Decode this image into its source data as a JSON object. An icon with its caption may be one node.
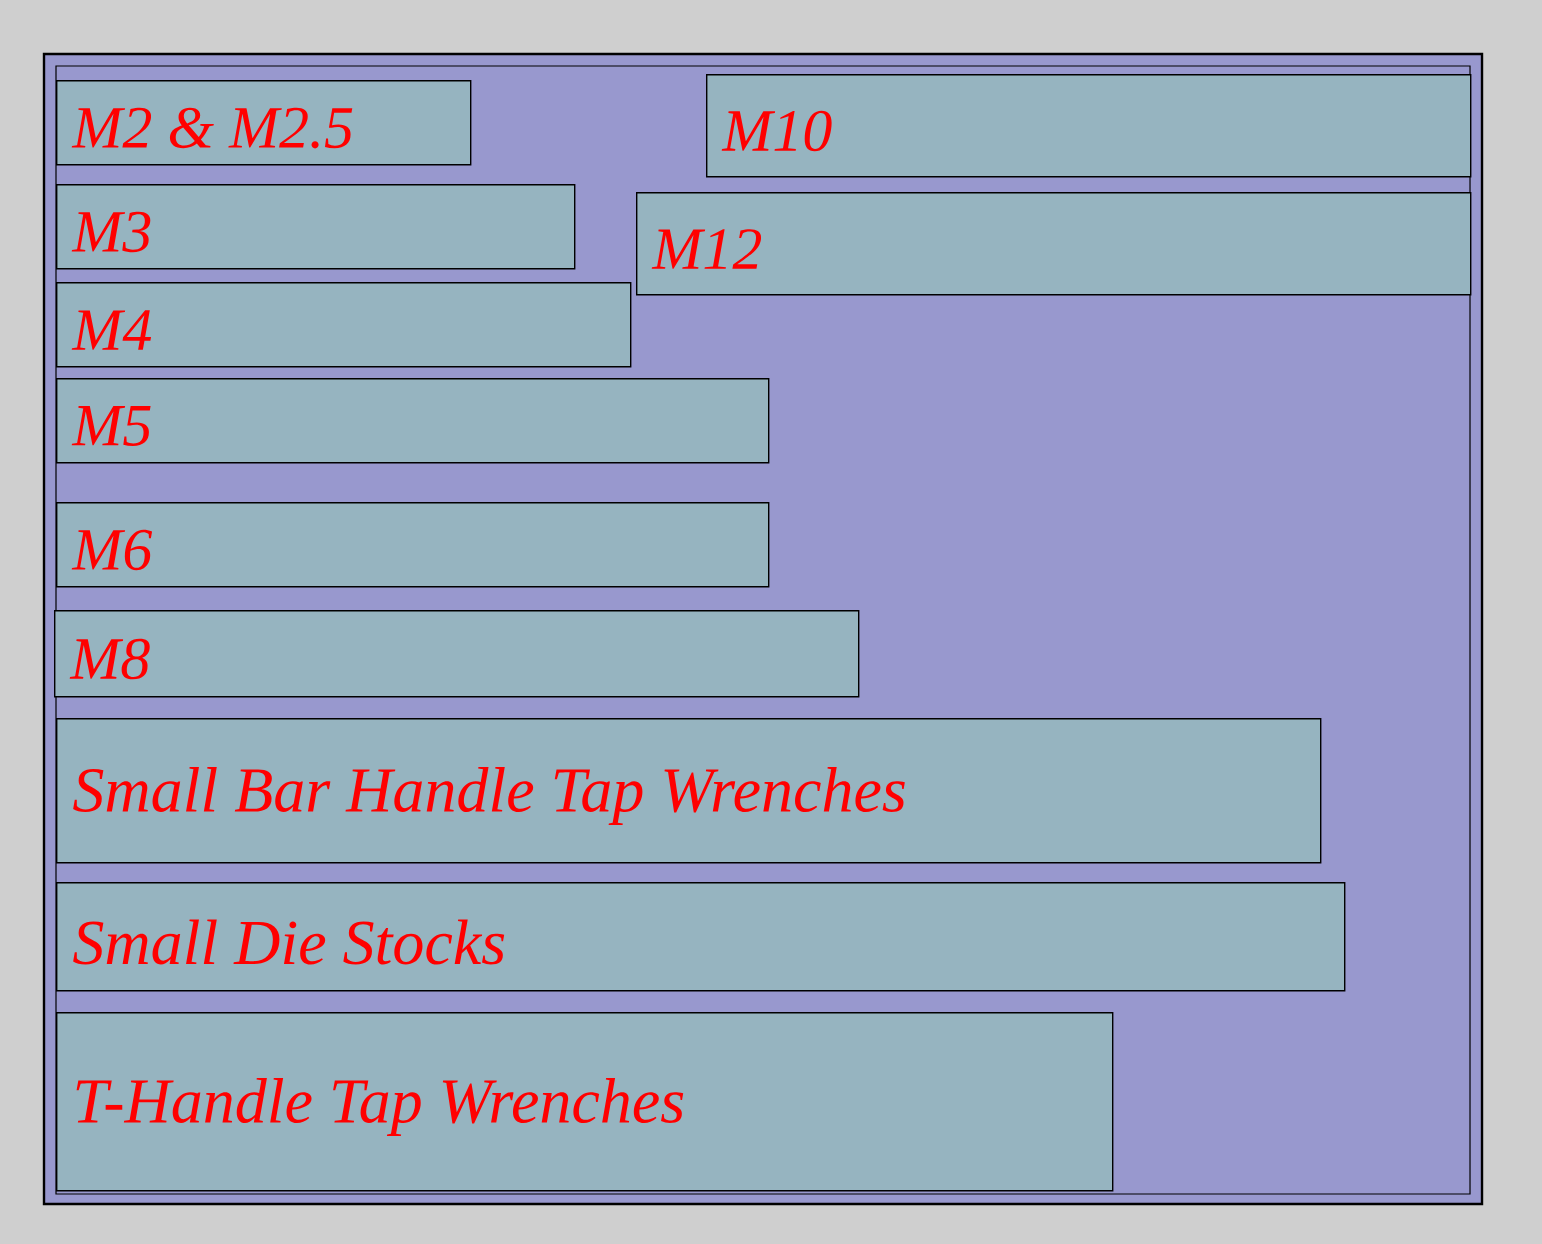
{
  "diagram": {
    "nodes": [
      {
        "text": [
          "M2 & M2.5"
        ]
      },
      {
        "text": [
          "M10"
        ]
      },
      {
        "text": [
          "M3"
        ]
      },
      {
        "text": [
          "M12"
        ]
      },
      {
        "text": [
          "M4"
        ]
      },
      {
        "text": [
          "M5"
        ]
      },
      {
        "text": [
          "M6"
        ]
      },
      {
        "text": [
          "M8"
        ]
      },
      {
        "text": [
          "Small Bar Handle Tap Wrenches"
        ]
      },
      {
        "text": [
          "Small Die Stocks"
        ]
      },
      {
        "text": [
          "T-Handle Tap Wrenches"
        ]
      }
    ]
  }
}
